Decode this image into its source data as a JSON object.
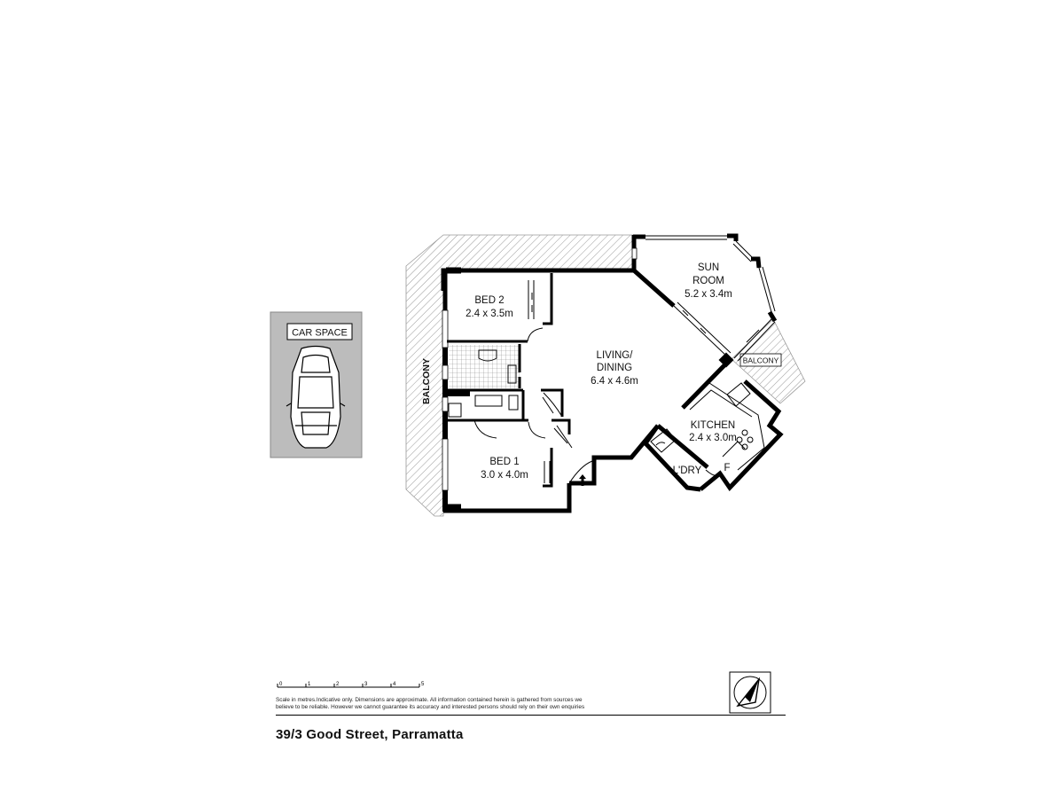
{
  "rooms": {
    "bed2": {
      "name": "BED 2",
      "dims": "2.4 x 3.5m"
    },
    "bed1": {
      "name": "BED 1",
      "dims": "3.0 x 4.0m"
    },
    "living": {
      "name_line1": "LIVING/",
      "name_line2": "DINING",
      "dims": "6.4 x 4.6m"
    },
    "sunroom": {
      "name_line1": "SUN",
      "name_line2": "ROOM",
      "dims": "5.2 x 3.4m"
    },
    "kitchen": {
      "name": "KITCHEN",
      "dims": "2.4 x 3.0m"
    },
    "laundry": {
      "name": "L'DRY"
    },
    "fridge": {
      "name": "F"
    }
  },
  "balconies": {
    "west": "BALCONY",
    "east": "BALCONY"
  },
  "car_space": {
    "label": "CAR SPACE"
  },
  "scale": {
    "ticks": [
      "0",
      "1",
      "2",
      "3",
      "4",
      "5"
    ]
  },
  "footer": {
    "disclaimer_line1": "Scale in metres.Indicative only. Dimensions are approximate. All information contained herein is gathered from sources we",
    "disclaimer_line2": "believe to be reliable. However we cannot guarantee its accuracy and interested persons should rely on their own enquiries",
    "address": "39/3 Good Street, Parramatta"
  },
  "colors": {
    "wall": "#000000",
    "car_bg": "#bcbcbc",
    "hatch": "#9a9a9a"
  }
}
